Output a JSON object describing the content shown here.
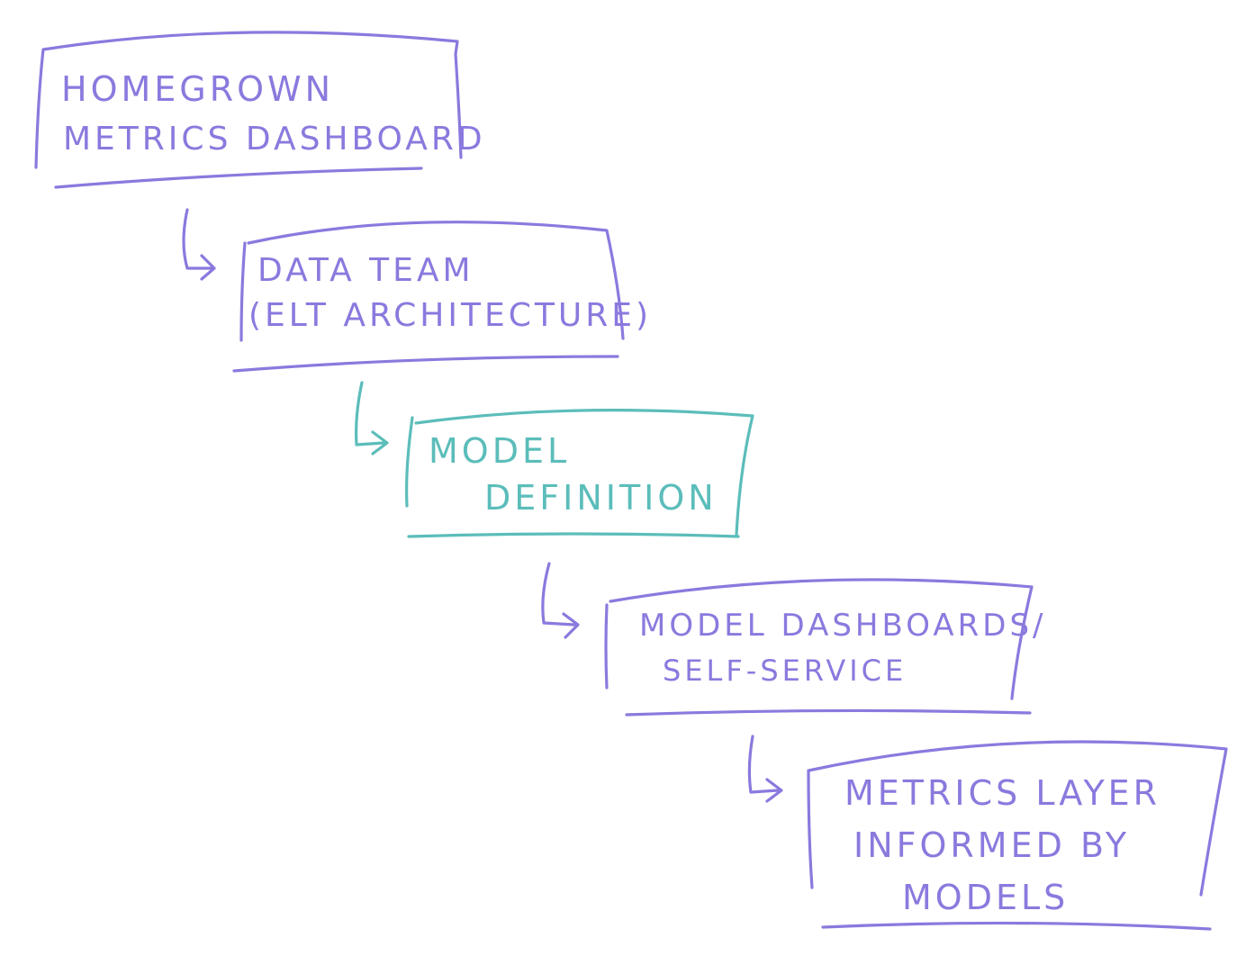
{
  "colors": {
    "primary": "#8B79DE",
    "accent": "#5BBDBA",
    "background": "#FFFFFF"
  },
  "steps": [
    {
      "lines": [
        "HOMEGROWN",
        "METRICS DASHBOARD"
      ],
      "color": "primary"
    },
    {
      "lines": [
        "DATA TEAM",
        "(ELT ARCHITECTURE)"
      ],
      "color": "primary"
    },
    {
      "lines": [
        "MODEL",
        "DEFINITION"
      ],
      "color": "accent"
    },
    {
      "lines": [
        "MODEL DASHBOARDS/",
        "SELF-SERVICE"
      ],
      "color": "primary"
    },
    {
      "lines": [
        "METRICS LAYER",
        "INFORMED BY",
        "MODELS"
      ],
      "color": "primary"
    }
  ]
}
